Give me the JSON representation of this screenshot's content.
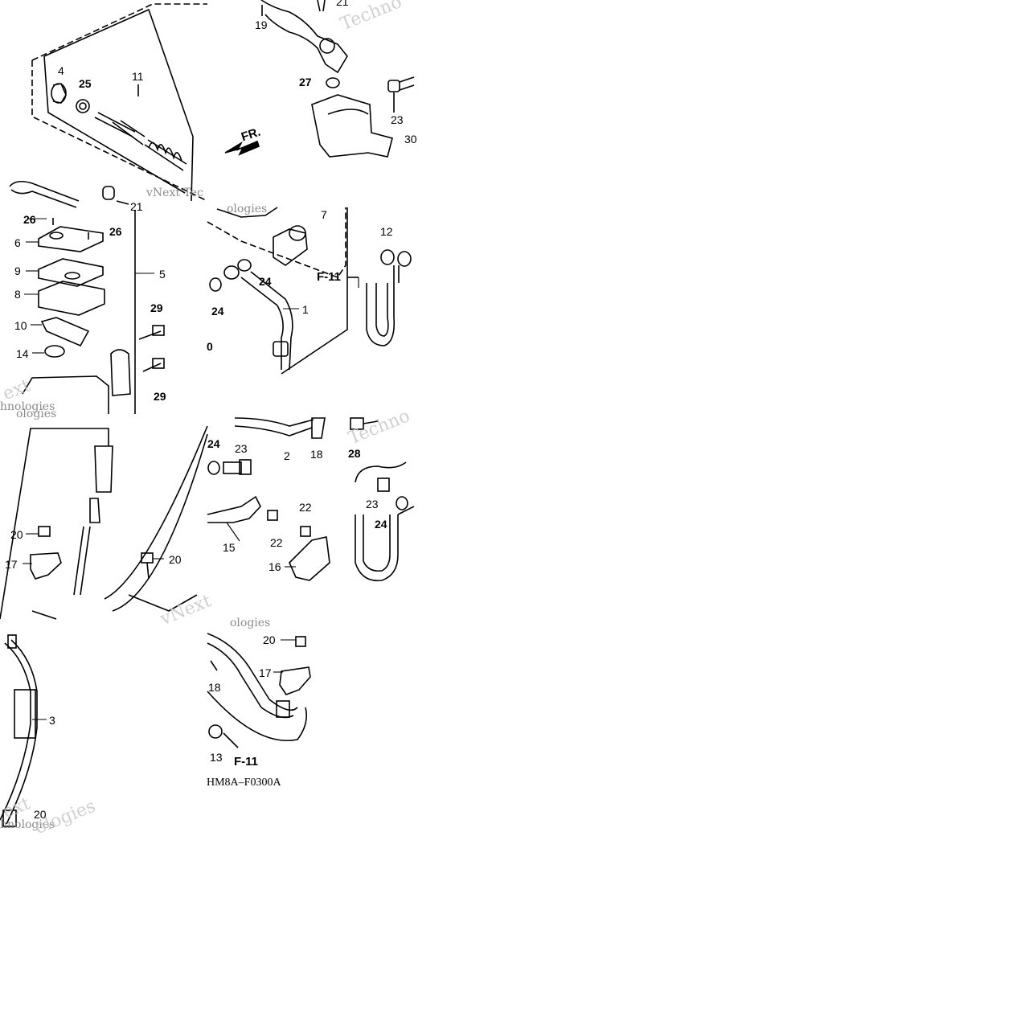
{
  "diagram": {
    "code": "HM8A–F0300A",
    "front_marker": "FR.",
    "refs": [
      "F-11",
      "F-11"
    ],
    "watermarks": [
      "Techno",
      "vNext Tec",
      "ologies",
      "ext",
      "hnologies",
      "ologies",
      "Techno",
      "vNext",
      "ologies",
      "ext",
      "hnologies",
      "ologies"
    ],
    "callouts": {
      "t1": [
        "19",
        "21",
        "27",
        "23",
        "30",
        "4",
        "25",
        "11",
        "21"
      ],
      "t2": [
        "26",
        "26",
        "6",
        "9",
        "8",
        "5",
        "10",
        "29",
        "14",
        "29",
        "0",
        "7",
        "12",
        "24",
        "24",
        "1"
      ],
      "t3": [
        "20",
        "17",
        "20",
        "24",
        "23",
        "2",
        "18",
        "28",
        "22",
        "22",
        "23",
        "24",
        "15",
        "16"
      ],
      "t4": [
        "3",
        "20",
        "20",
        "17",
        "18",
        "13"
      ]
    }
  }
}
